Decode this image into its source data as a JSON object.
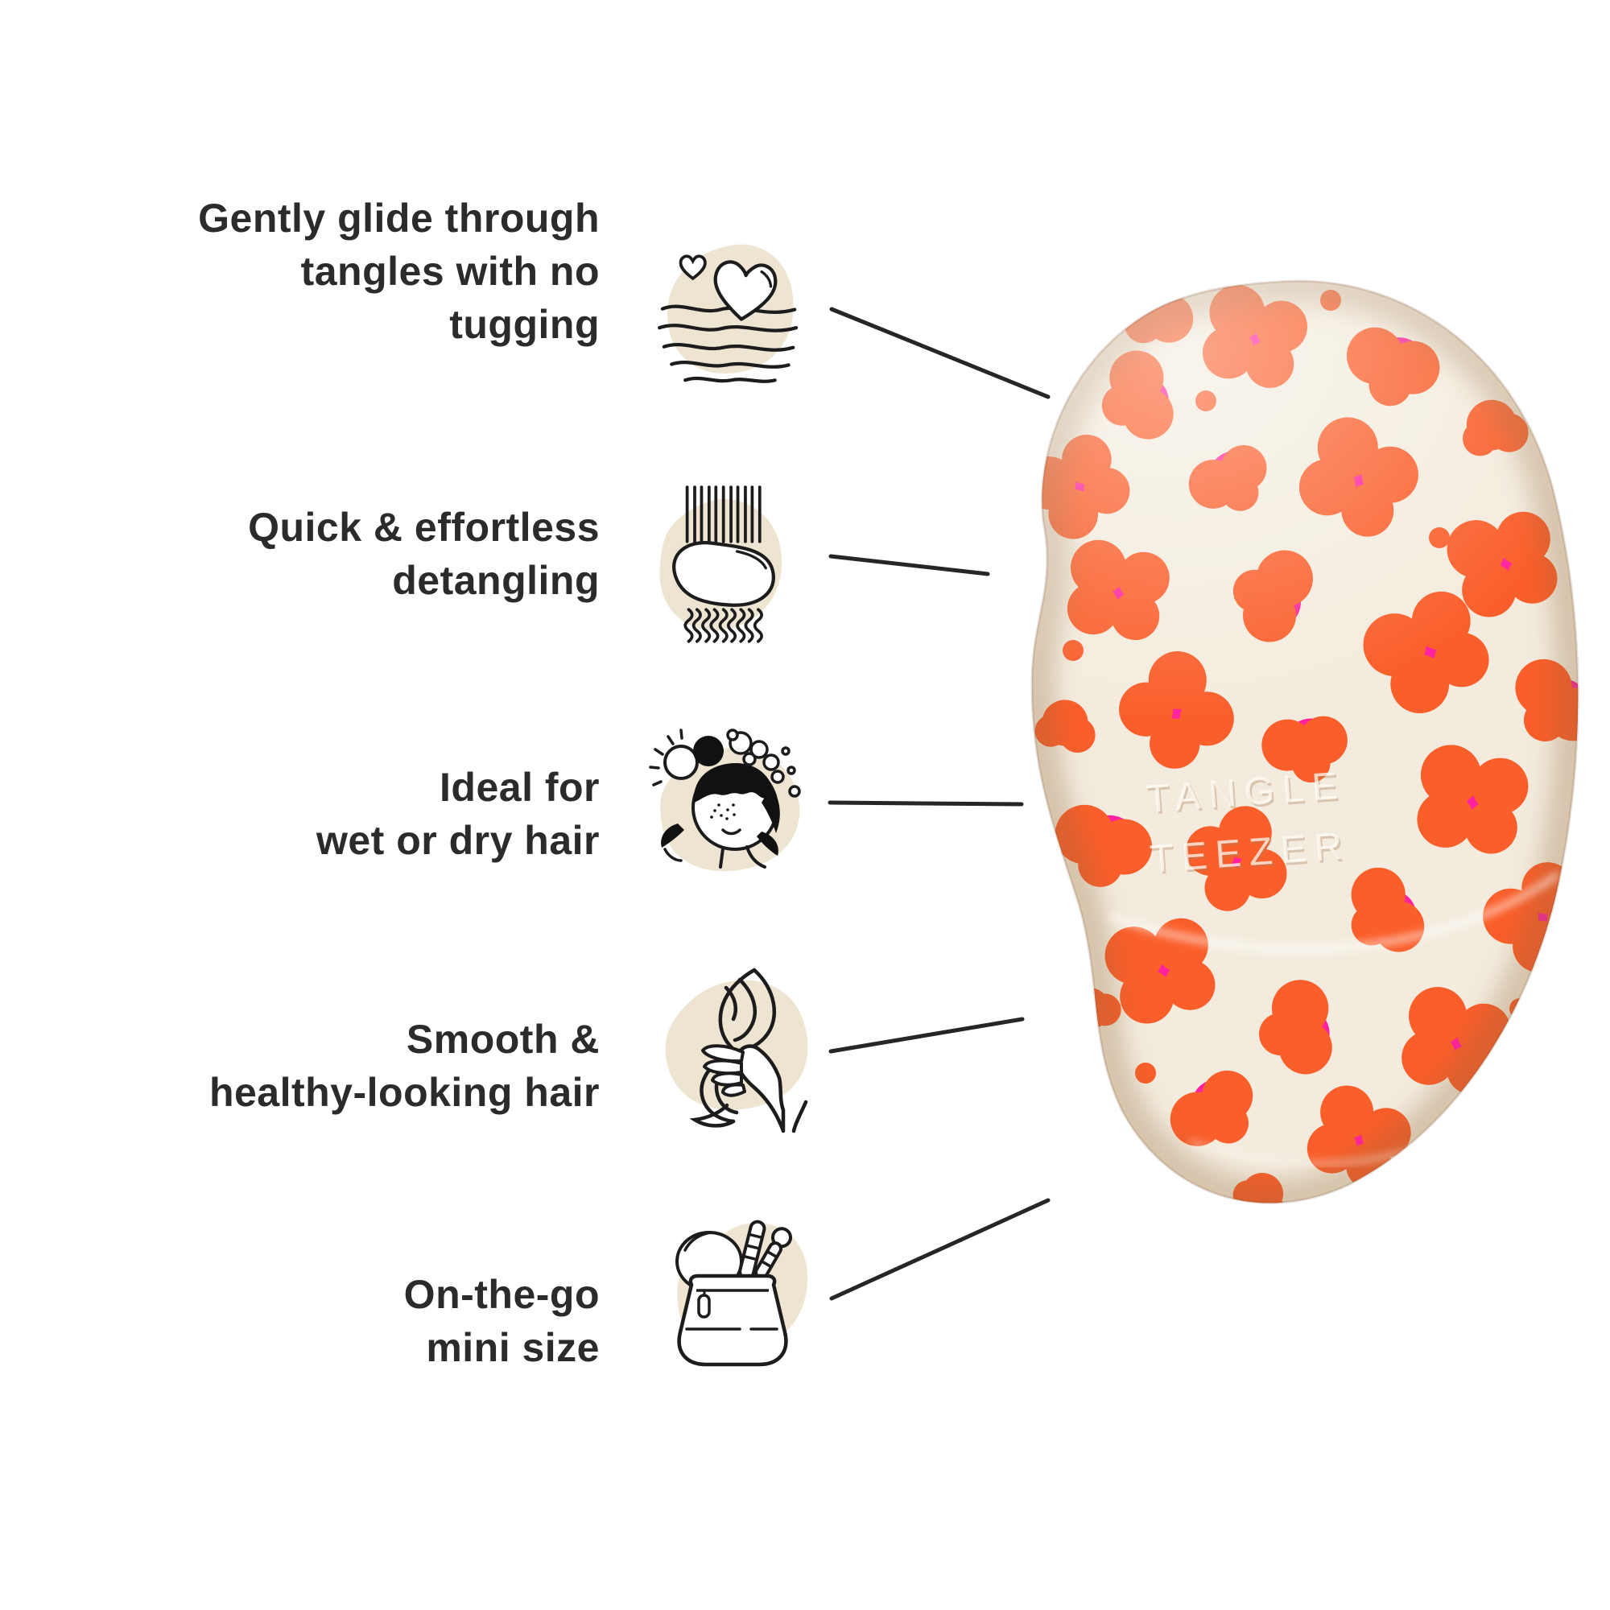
{
  "features": [
    {
      "name": "gentle-glide",
      "lines": [
        "Gently glide through",
        "tangles with no",
        "tugging"
      ],
      "icon": "hearts-waves-icon"
    },
    {
      "name": "quick-detangling",
      "lines": [
        "Quick & effortless",
        "detangling"
      ],
      "icon": "detangling-brush-icon"
    },
    {
      "name": "wet-or-dry",
      "lines": [
        "Ideal for",
        "wet or dry hair"
      ],
      "icon": "hair-washing-girl-icon"
    },
    {
      "name": "smooth-hair",
      "lines": [
        "Smooth &",
        "healthy-looking hair"
      ],
      "icon": "hand-holding-hair-icon"
    },
    {
      "name": "on-the-go",
      "lines": [
        "On-the-go",
        "mini size"
      ],
      "icon": "cosmetic-bag-icon"
    }
  ],
  "product": {
    "name": "tangle-teezer-mini-detangling-brush",
    "brand_line1": "TANGLE",
    "brand_line2": "TEEZER",
    "pattern": "orange-and-pink-leopard-print-on-cream"
  },
  "colors": {
    "background": "#ffffff",
    "text": "#2b2b2b",
    "connector_line": "#262626",
    "icon_stroke": "#1c1c1c",
    "icon_blob": "#eee4d2",
    "brush_cream": "#f3ecde",
    "brush_orange": "#fa5e2a",
    "brush_pink": "#ff21a0"
  }
}
